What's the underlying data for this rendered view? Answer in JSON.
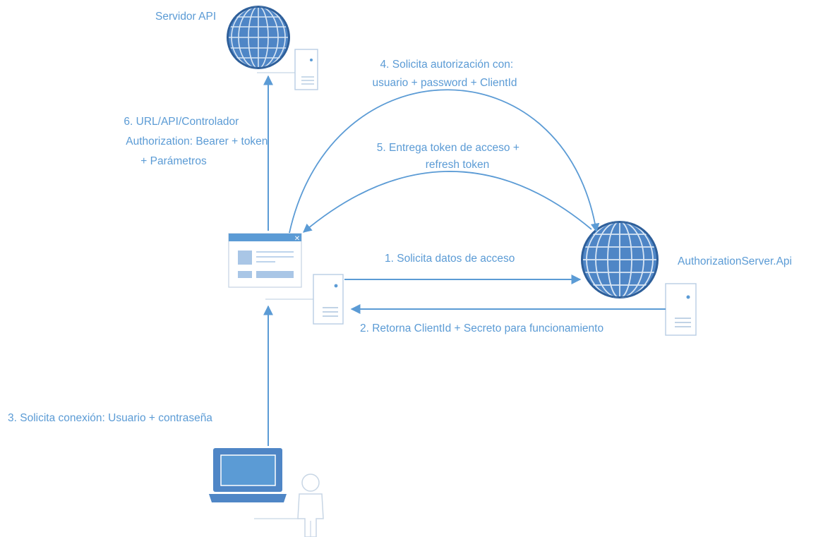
{
  "colors": {
    "accent": "#5b9bd5",
    "globe_fill": "#4f86c6",
    "globe_dark": "#2e5f9a",
    "server_stroke": "#b8cde3",
    "text": "#5b9bd5"
  },
  "nodes": {
    "api_server": {
      "label": "Servidor API",
      "icon": "globe-icon"
    },
    "auth_server": {
      "label": "AuthorizationServer.Api",
      "icon": "globe-icon"
    },
    "web_app": {
      "label": "",
      "icon": "browser-window-icon"
    },
    "client_device": {
      "label": "",
      "icon": "laptop-icon"
    },
    "user": {
      "label": "",
      "icon": "user-icon"
    }
  },
  "steps": {
    "step1": [
      "1. Solicita datos de acceso"
    ],
    "step2": [
      "2. Retorna ClientId + Secreto para funcionamiento"
    ],
    "step3": [
      "3. Solicita conexión: Usuario + contraseña"
    ],
    "step4": [
      "4. Solicita autorización con:",
      "usuario + password + ClientId"
    ],
    "step5": [
      "5. Entrega token de acceso +",
      "refresh token"
    ],
    "step6": [
      "6. URL/API/Controlador",
      "Authorization: Bearer + token",
      "+ Parámetros"
    ]
  }
}
